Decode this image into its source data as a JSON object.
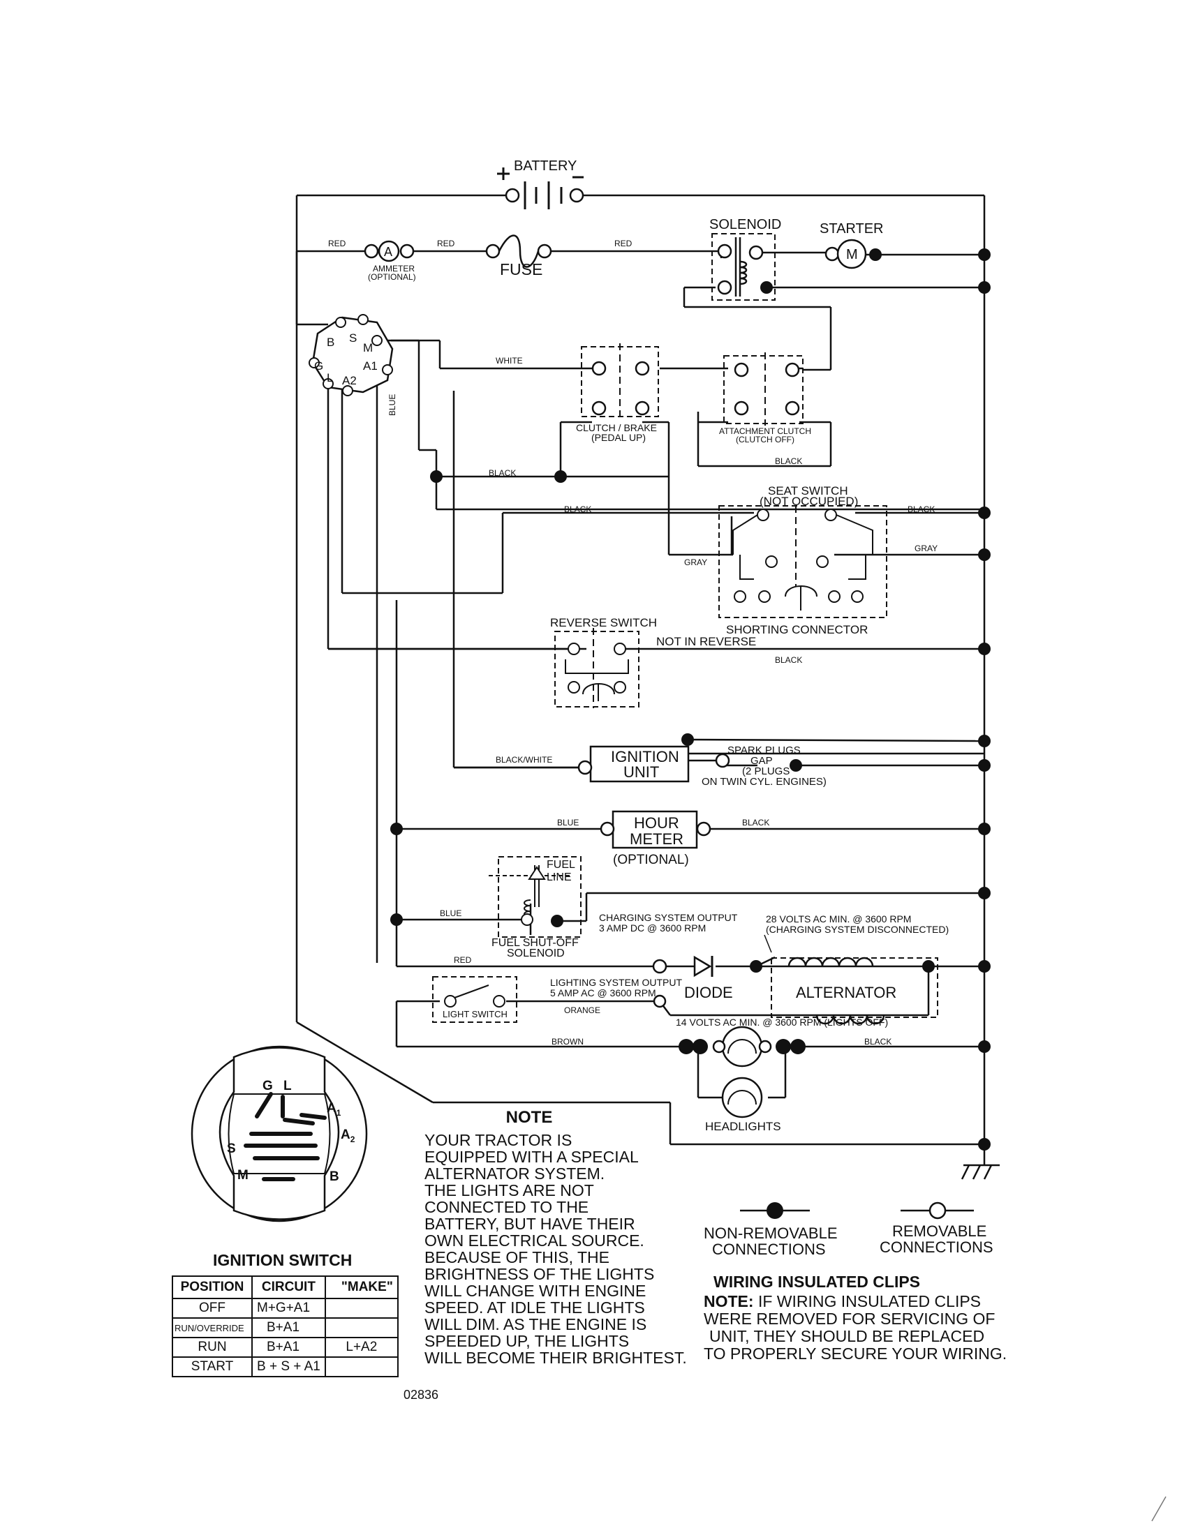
{
  "labels": {
    "battery": "BATTERY",
    "solenoid": "SOLENOID",
    "starter": "STARTER",
    "starter_m": "M",
    "ammeter": "AMMETER",
    "ammeter_opt": "(OPTIONAL)",
    "ammeter_a": "A",
    "fuse": "FUSE",
    "red": "RED",
    "white": "WHITE",
    "blue": "BLUE",
    "black": "BLACK",
    "gray": "GRAY",
    "black_white": "BLACK/WHITE",
    "orange": "ORANGE",
    "brown": "BROWN",
    "clutch_brake": "CLUTCH / BRAKE",
    "pedal_up": "(PEDAL UP)",
    "attachment_clutch": "ATTACHMENT CLUTCH",
    "clutch_off": "(CLUTCH OFF)",
    "seat_switch": "SEAT SWITCH",
    "not_occupied": "(NOT OCCUPIED)",
    "shorting_connector": "SHORTING CONNECTOR",
    "reverse_switch": "REVERSE SWITCH",
    "not_in_reverse": "NOT IN REVERSE",
    "ignition_unit_1": "IGNITION",
    "ignition_unit_2": "UNIT",
    "spark_1": "SPARK PLUGS",
    "spark_2": "GAP",
    "spark_3": "(2 PLUGS",
    "spark_4": "ON TWIN CYL. ENGINES)",
    "hour_meter_1": "HOUR",
    "hour_meter_2": "METER",
    "optional": "(OPTIONAL)",
    "fuel": "FUEL",
    "line": "LINE",
    "fuel_shutoff_1": "FUEL SHUT-OFF",
    "fuel_shutoff_2": "SOLENOID",
    "charging_1": "CHARGING SYSTEM OUTPUT",
    "charging_2": "3 AMP DC @ 3600 RPM",
    "volts28_1": "28 VOLTS AC MIN. @ 3600 RPM",
    "volts28_2": "(CHARGING SYSTEM DISCONNECTED)",
    "lighting_1": "LIGHTING SYSTEM OUTPUT",
    "lighting_2": "5 AMP AC @ 3600 RPM",
    "diode": "DIODE",
    "alternator": "ALTERNATOR",
    "light_switch": "LIGHT SWITCH",
    "volts14": "14 VOLTS AC MIN. @ 3600 RPM (LIGHTS OFF)",
    "headlights": "HEADLIGHTS",
    "sw_b": "B",
    "sw_s": "S",
    "sw_m": "M",
    "sw_g": "G",
    "sw_a1": "A1",
    "sw_l": "L",
    "sw_a2": "A2",
    "ign_g": "G",
    "ign_l": "L",
    "ign_a1": "A",
    "ign_a1_sub": "1",
    "ign_a2": "A",
    "ign_a2_sub": "2",
    "ign_s": "S",
    "ign_m": "M",
    "ign_b": "B",
    "non_removable_1": "NON-REMOVABLE",
    "non_removable_2": "CONNECTIONS",
    "removable_1": "REMOVABLE",
    "removable_2": "CONNECTIONS"
  },
  "note": {
    "title": "NOTE",
    "lines": [
      "YOUR TRACTOR IS",
      "EQUIPPED WITH A SPECIAL",
      "ALTERNATOR SYSTEM.",
      "THE LIGHTS ARE NOT",
      "CONNECTED TO THE",
      "BATTERY, BUT HAVE THEIR",
      "OWN ELECTRICAL SOURCE.",
      "BECAUSE OF THIS, THE",
      "BRIGHTNESS OF THE LIGHTS",
      "WILL CHANGE WITH ENGINE",
      "SPEED.  AT IDLE THE LIGHTS",
      "WILL DIM.  AS THE ENGINE IS",
      "SPEEDED UP, THE LIGHTS",
      "WILL BECOME THEIR BRIGHTEST."
    ]
  },
  "clips": {
    "title": "WIRING INSULATED CLIPS",
    "note_label": "NOTE:",
    "line1": " IF WIRING INSULATED CLIPS",
    "line2": "WERE REMOVED FOR SERVICING OF",
    "line3": "UNIT, THEY SHOULD BE REPLACED",
    "line4": "TO PROPERLY SECURE YOUR WIRING."
  },
  "ignition_switch": {
    "title": "IGNITION SWITCH",
    "headers": [
      "POSITION",
      "CIRCUIT",
      "\"MAKE\""
    ],
    "rows": [
      {
        "position": "OFF",
        "circuit": "M+G+A1",
        "extra": ""
      },
      {
        "position": "RUN/OVERRIDE",
        "circuit": "B+A1",
        "extra": ""
      },
      {
        "position": "RUN",
        "circuit": "B+A1",
        "extra": "L+A2"
      },
      {
        "position": "START",
        "circuit": "B + S + A1",
        "extra": ""
      }
    ]
  },
  "doc_number": "02836"
}
